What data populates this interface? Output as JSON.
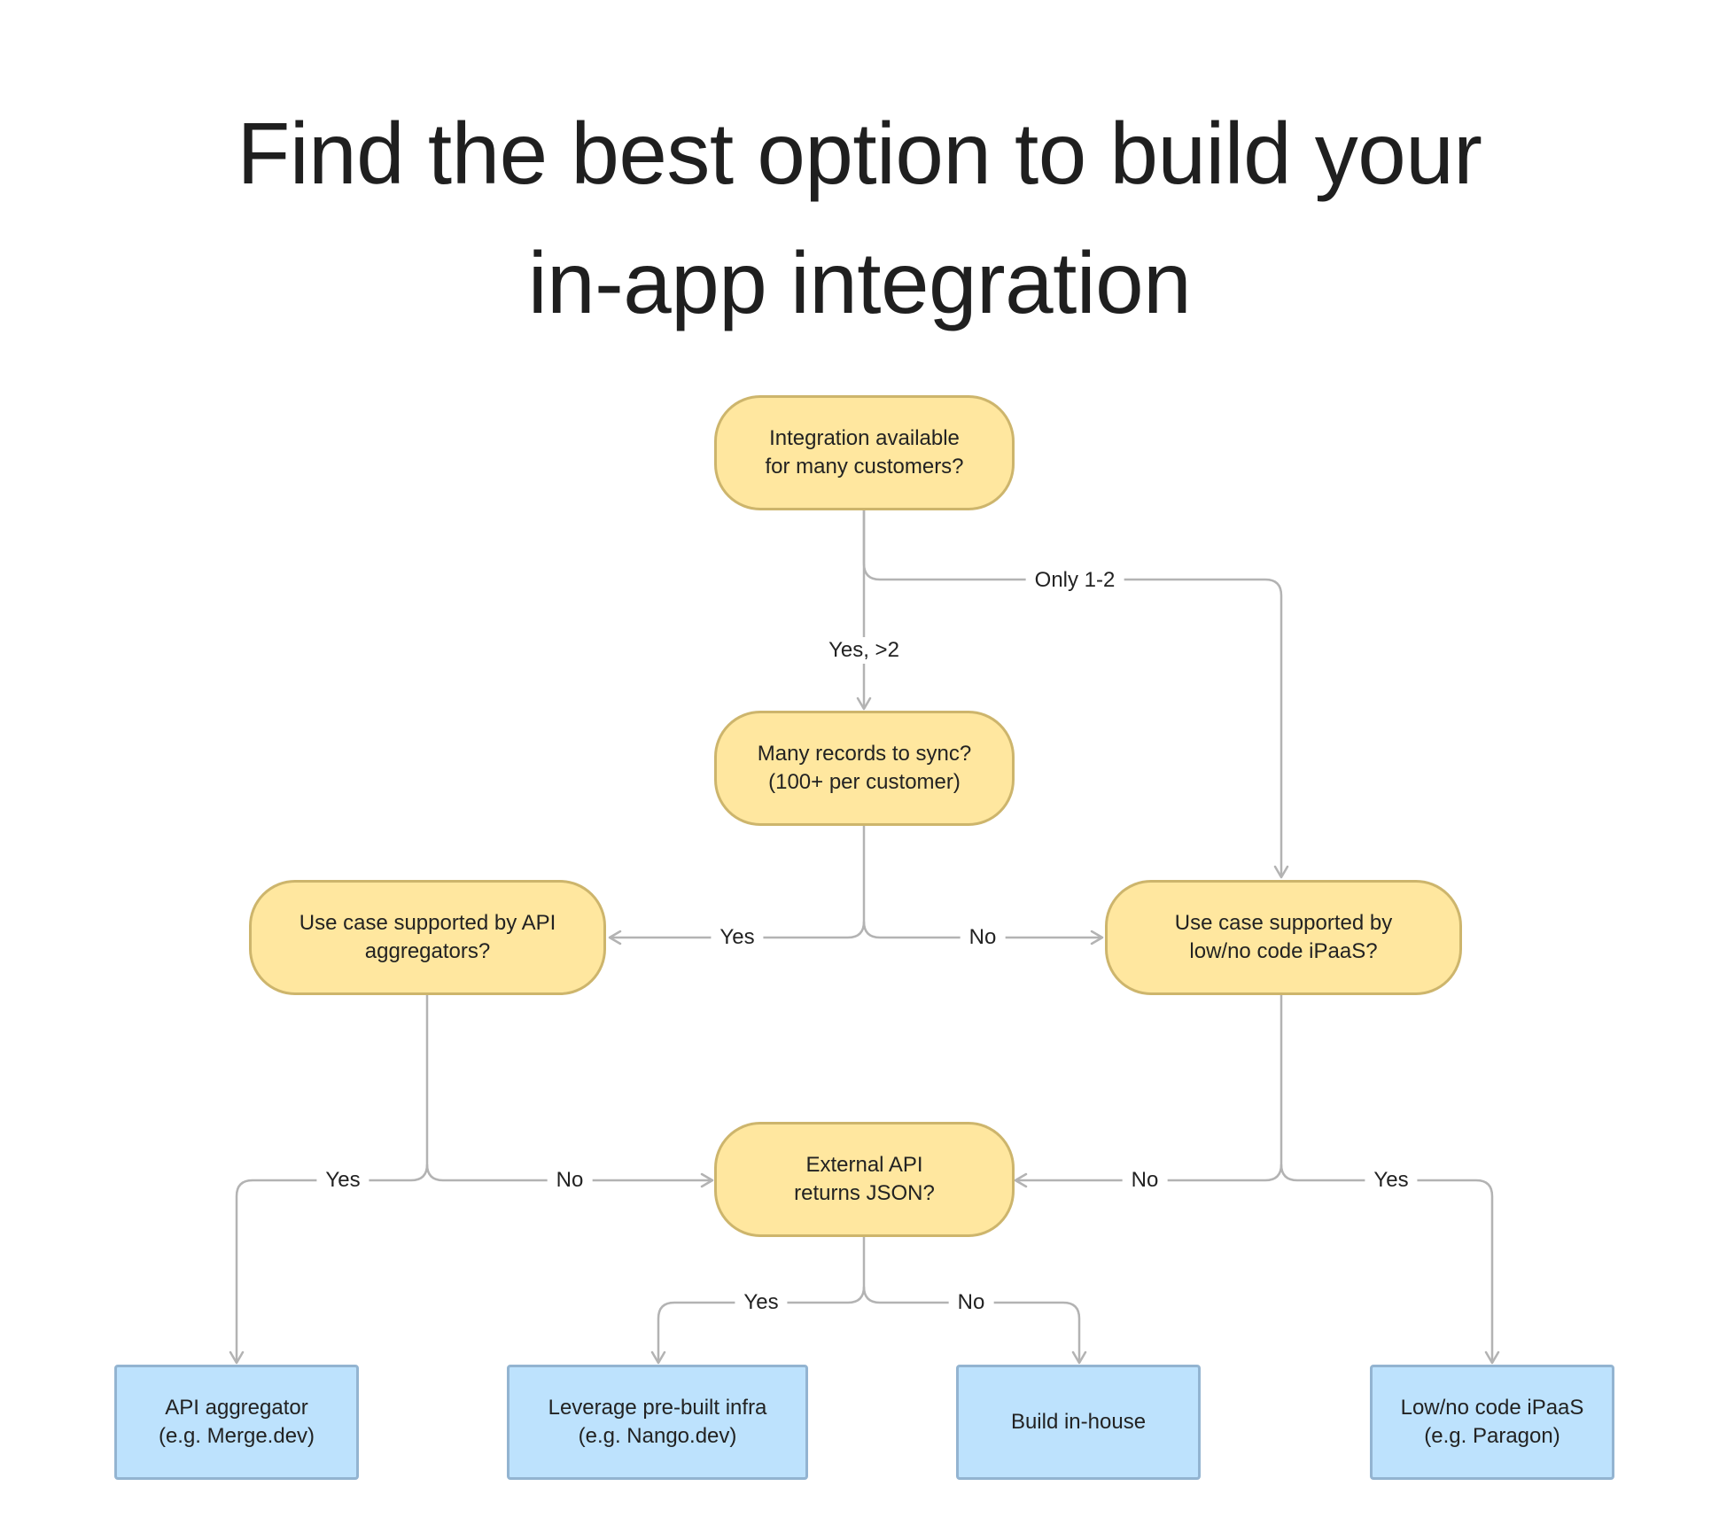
{
  "title": {
    "line1": "Find the best option to build your",
    "line2": "in-app integration"
  },
  "colors": {
    "decision_fill": "#ffe79f",
    "decision_border": "#cdb56c",
    "outcome_fill": "#bde2fd",
    "outcome_border": "#93b4d1",
    "connector": "#b3b3b3"
  },
  "nodes": {
    "q_many_customers": {
      "line1": "Integration available",
      "line2": "for many customers?"
    },
    "q_many_records": {
      "line1": "Many records to sync?",
      "line2": "(100+ per customer)"
    },
    "q_api_aggregators": {
      "line1": "Use case supported by API",
      "line2": "aggregators?"
    },
    "q_ipaas": {
      "line1": "Use case supported by",
      "line2": "low/no code iPaaS?"
    },
    "q_json": {
      "line1": "External API",
      "line2": "returns JSON?"
    },
    "o_api_aggregator": {
      "line1": "API aggregator",
      "line2": "(e.g. Merge.dev)"
    },
    "o_prebuilt": {
      "line1": "Leverage pre-built infra",
      "line2": "(e.g. Nango.dev)"
    },
    "o_inhouse": {
      "line1": "Build in-house"
    },
    "o_ipaas": {
      "line1": "Low/no code iPaaS",
      "line2": "(e.g. Paragon)"
    }
  },
  "edges": {
    "yes_more_than_2": "Yes, >2",
    "only_1_2": "Only 1-2",
    "records_yes": "Yes",
    "records_no": "No",
    "aggregators_yes": "Yes",
    "aggregators_no": "No",
    "ipaas_no": "No",
    "ipaas_yes": "Yes",
    "json_yes": "Yes",
    "json_no": "No"
  }
}
